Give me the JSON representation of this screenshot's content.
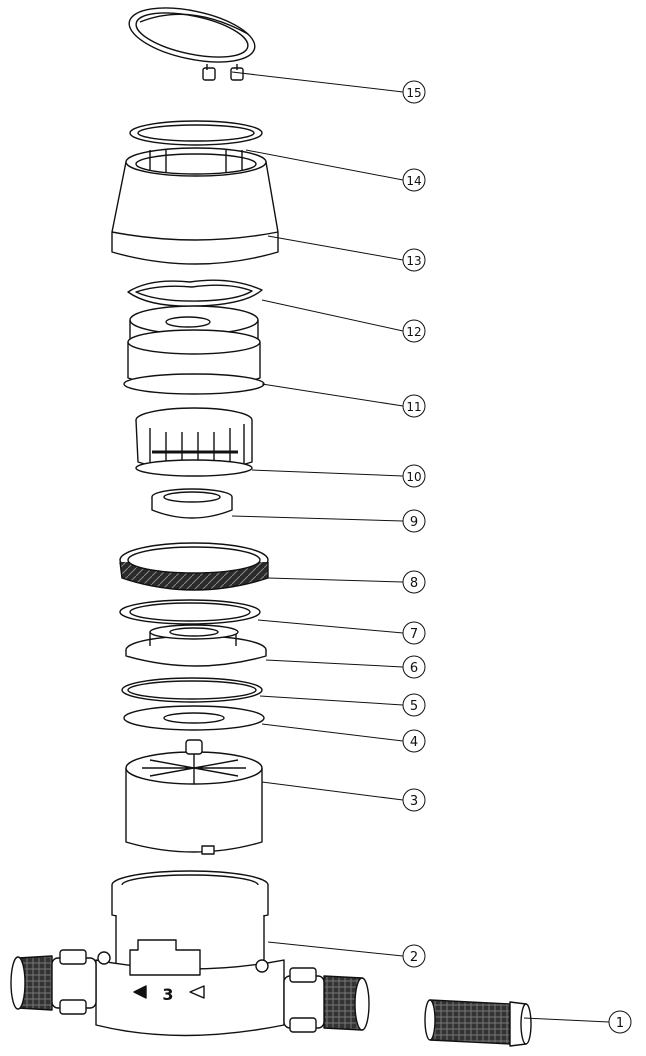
{
  "figure": {
    "callouts": [
      {
        "number": "15",
        "part": "lid"
      },
      {
        "number": "14",
        "part": "lid-ring"
      },
      {
        "number": "13",
        "part": "cover-shell"
      },
      {
        "number": "12",
        "part": "upper-gasket"
      },
      {
        "number": "11",
        "part": "register-housing"
      },
      {
        "number": "10",
        "part": "gear-train"
      },
      {
        "number": "9",
        "part": "magnet-ring"
      },
      {
        "number": "8",
        "part": "threaded-ring"
      },
      {
        "number": "7",
        "part": "seal-washer"
      },
      {
        "number": "6",
        "part": "flange-plate"
      },
      {
        "number": "5",
        "part": "o-ring"
      },
      {
        "number": "4",
        "part": "flat-washer"
      },
      {
        "number": "3",
        "part": "measuring-chamber"
      },
      {
        "number": "2",
        "part": "meter-body"
      },
      {
        "number": "1",
        "part": "strainer"
      }
    ],
    "body_mark": "3"
  }
}
